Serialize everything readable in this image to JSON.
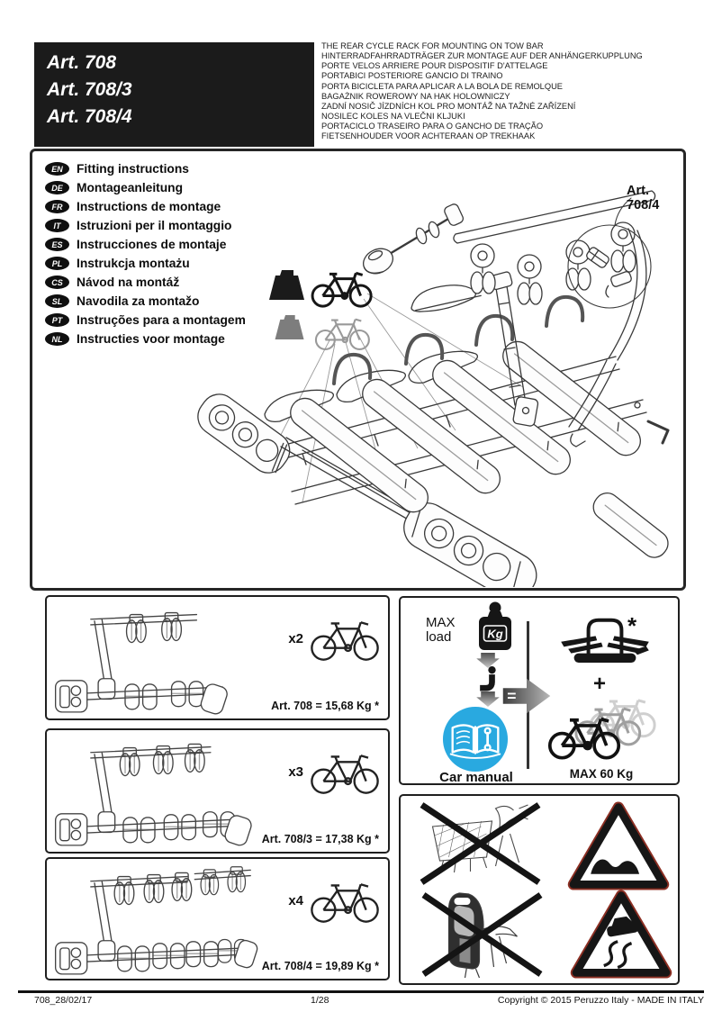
{
  "articles": [
    "Art. 708",
    "Art. 708/3",
    "Art. 708/4"
  ],
  "product_titles": [
    "THE REAR CYCLE RACK FOR MOUNTING ON TOW BAR",
    "HINTERRADFAHRRADTRÄGER ZUR MONTAGE AUF DER ANHÄNGERKUPPLUNG",
    "PORTE VELOS ARRIERE POUR DISPOSITIF D'ATTELAGE",
    "PORTABICI POSTERIORE GANCIO DI TRAINO",
    "PORTA BICICLETA PARA APLICAR A LA BOLA DE REMOLQUE",
    "BAGAŻNIK ROWEROWY NA HAK HOLOWNICZY",
    "ZADNÍ NOSIČ JÍZDNÍCH KOL PRO MONTÁŽ NA TAŽNÉ ZAŘÍZENÍ",
    "NOSILEC KOLES NA VLEČNI KLJUKI",
    "PORTACICLO TRASEIRO PARA O GANCHO DE TRAÇÃO",
    "FIETSENHOUDER VOOR ACHTERAAN OP TREKHAAK"
  ],
  "languages": [
    {
      "code": "EN",
      "label": "Fitting instructions"
    },
    {
      "code": "DE",
      "label": "Montageanleitung"
    },
    {
      "code": "FR",
      "label": "Instructions de montage"
    },
    {
      "code": "IT",
      "label": "Istruzioni per il montaggio"
    },
    {
      "code": "ES",
      "label": "Instrucciones de montaje"
    },
    {
      "code": "PL",
      "label": "Instrukcja montażu"
    },
    {
      "code": "CS",
      "label": "Návod na montáž"
    },
    {
      "code": "SL",
      "label": "Navodila za montažo"
    },
    {
      "code": "PT",
      "label": "Instruções para a montagem"
    },
    {
      "code": "NL",
      "label": "Instructies voor montage"
    }
  ],
  "callout_label": "Art. 708/4",
  "variant_boxes": [
    {
      "qty": "x2",
      "weight_label": "Art. 708 = 15,68 Kg *"
    },
    {
      "qty": "x3",
      "weight_label": "Art. 708/3 = 17,38 Kg *"
    },
    {
      "qty": "x4",
      "weight_label": "Art. 708/4 = 19,89 Kg *"
    }
  ],
  "load_box": {
    "max_line1": "MAX",
    "max_line2": "load",
    "kg_label": "Kg",
    "equals_sign": "=",
    "plus_sign": "+",
    "asterisk": "*",
    "car_manual_label": "Car manual",
    "max_total_label": "MAX 60 Kg"
  },
  "footer": {
    "left": "708_28/02/17",
    "center": "1/28",
    "right": "Copyright © 2015 Peruzzo Italy - MADE IN ITALY"
  },
  "colors": {
    "accent_blue": "#29A9E0",
    "warning_red": "#8C2F23",
    "black": "#161616"
  }
}
